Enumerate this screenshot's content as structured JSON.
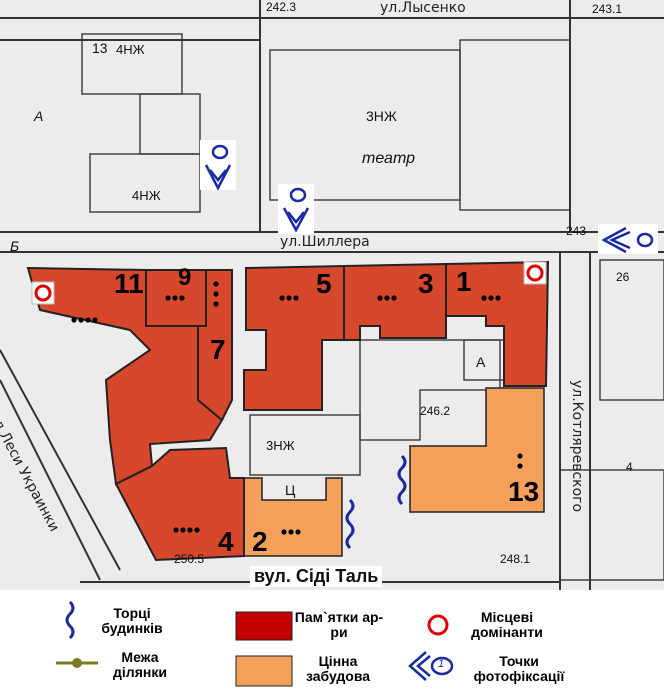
{
  "map": {
    "street_labels": {
      "lysenko": "ул.Лысенко",
      "shiller": "ул.Шиллера",
      "lesi_ukrainki": "ул.Леси Украинки",
      "kotlyarevskogo": "ул.Котляревского",
      "sidi_tal": "вул. Сіді Таль"
    },
    "building_numbers": [
      "1",
      "2",
      "3",
      "4",
      "5",
      "7",
      "9",
      "11",
      "13"
    ],
    "other_labels": {
      "theatre": "театр",
      "three_floor": "3НЖ",
      "four_floor": "4НЖ",
      "thirteen": "13",
      "letter_a": "А",
      "letter_b": "Б",
      "letter_ts": "Ц",
      "height_1": "246.2",
      "height_2": "250.5",
      "height_3": "248.1",
      "height_4": "243.1",
      "height_5": "242.3",
      "height_6": "243",
      "house_26": "26",
      "house_4": "4"
    }
  },
  "legend": {
    "facades": "Торці будинків",
    "monuments": "Пам`ятки ар-ри",
    "dominants": "Місцеві домінанти",
    "boundary": "Межа ділянки",
    "valuable": "Цінна забудова",
    "photo_points": "Точки фотофіксації",
    "photo_badge": "1"
  },
  "colors": {
    "monument_fill": "#d6472b",
    "monument_legend": "#c40000",
    "valuable_fill": "#f5a05a",
    "dominant_ring": "#e10000",
    "photo_arrow": "#1a2aa0",
    "boundary_line": "#7a7a20"
  }
}
